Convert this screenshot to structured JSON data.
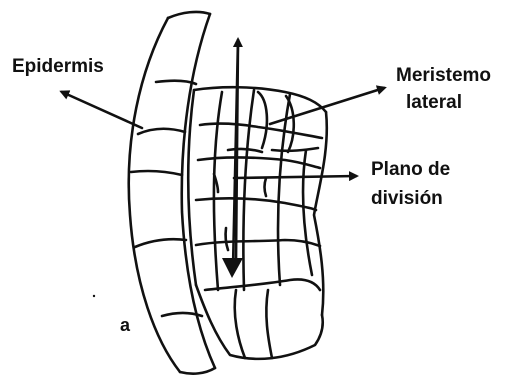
{
  "labels": {
    "epidermis": "Epidermis",
    "meristemo_line1": "Meristemo",
    "meristemo_line2": "lateral",
    "plano_line1": "Plano de",
    "plano_line2": "división",
    "stray_letter": "a"
  },
  "colors": {
    "ink": "#111111",
    "background": "#ffffff"
  }
}
